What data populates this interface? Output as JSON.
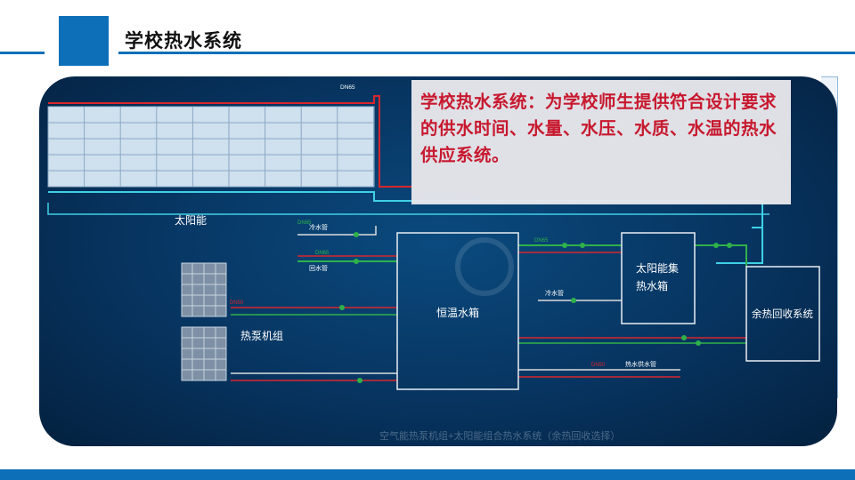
{
  "header": {
    "title": "学校热水系统"
  },
  "callout": {
    "text": "学校热水系统：为学校师生提供符合设计要求的供水时间、水量、水压、水质、水温的热水供应系统。"
  },
  "diagram": {
    "solar_label": "太阳能",
    "tank_label": "恒温水箱",
    "collector_tank_label": "太阳能集热水箱",
    "heat_pump_label": "热泵机组",
    "recovery_label": "余热回收系统",
    "cold_pipe_1": "冷水管",
    "return_pipe": "回水管",
    "cold_pipe_2": "冷水管",
    "hot_supply_pipe": "热水供水管",
    "dn65_top": "DN65",
    "dn65_a": "DN65",
    "dn65_b": "DN65",
    "dn65_c": "DN65",
    "dn50_a": "DN50",
    "dn50_b": "DN50",
    "caption": "空气能热泵机组+太阳能组合热水系统（余热回收选择）"
  },
  "colors": {
    "brand_blue": "#0d6fb8",
    "callout_red": "#c8182e",
    "pipe_red": "#d8262c",
    "pipe_green": "#2fb14a",
    "pipe_cyan": "#3fd0e6"
  }
}
